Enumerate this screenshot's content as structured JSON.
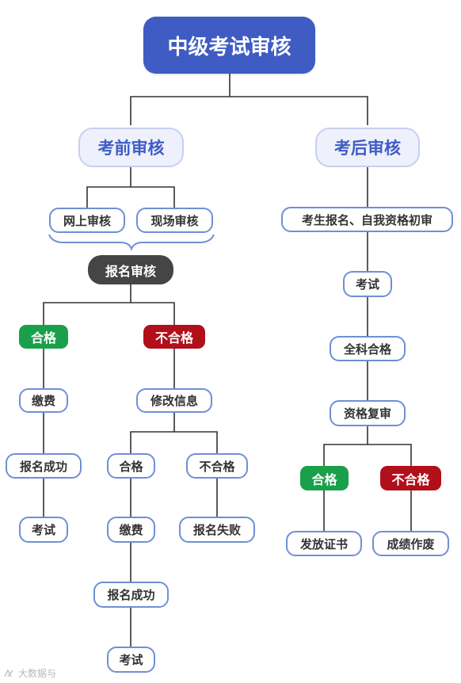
{
  "root": "中级考试审核",
  "left": {
    "title": "考前审核",
    "online": "网上审核",
    "onsite": "现场审核",
    "registration_review": "报名审核",
    "pass": {
      "label": "合格",
      "pay": "缴费",
      "success": "报名成功",
      "exam": "考试"
    },
    "fail": {
      "label": "不合格",
      "modify": "修改信息",
      "pass": {
        "label": "合格",
        "pay": "缴费",
        "success": "报名成功",
        "exam": "考试"
      },
      "fail": {
        "label": "不合格",
        "result": "报名失败"
      }
    }
  },
  "right": {
    "title": "考后审核",
    "step1": "考生报名、自我资格初审",
    "step2": "考试",
    "step3": "全科合格",
    "step4": "资格复审",
    "pass": {
      "label": "合格",
      "result": "发放证书"
    },
    "fail": {
      "label": "不合格",
      "result": "成绩作废"
    }
  },
  "watermark": "大数据与"
}
